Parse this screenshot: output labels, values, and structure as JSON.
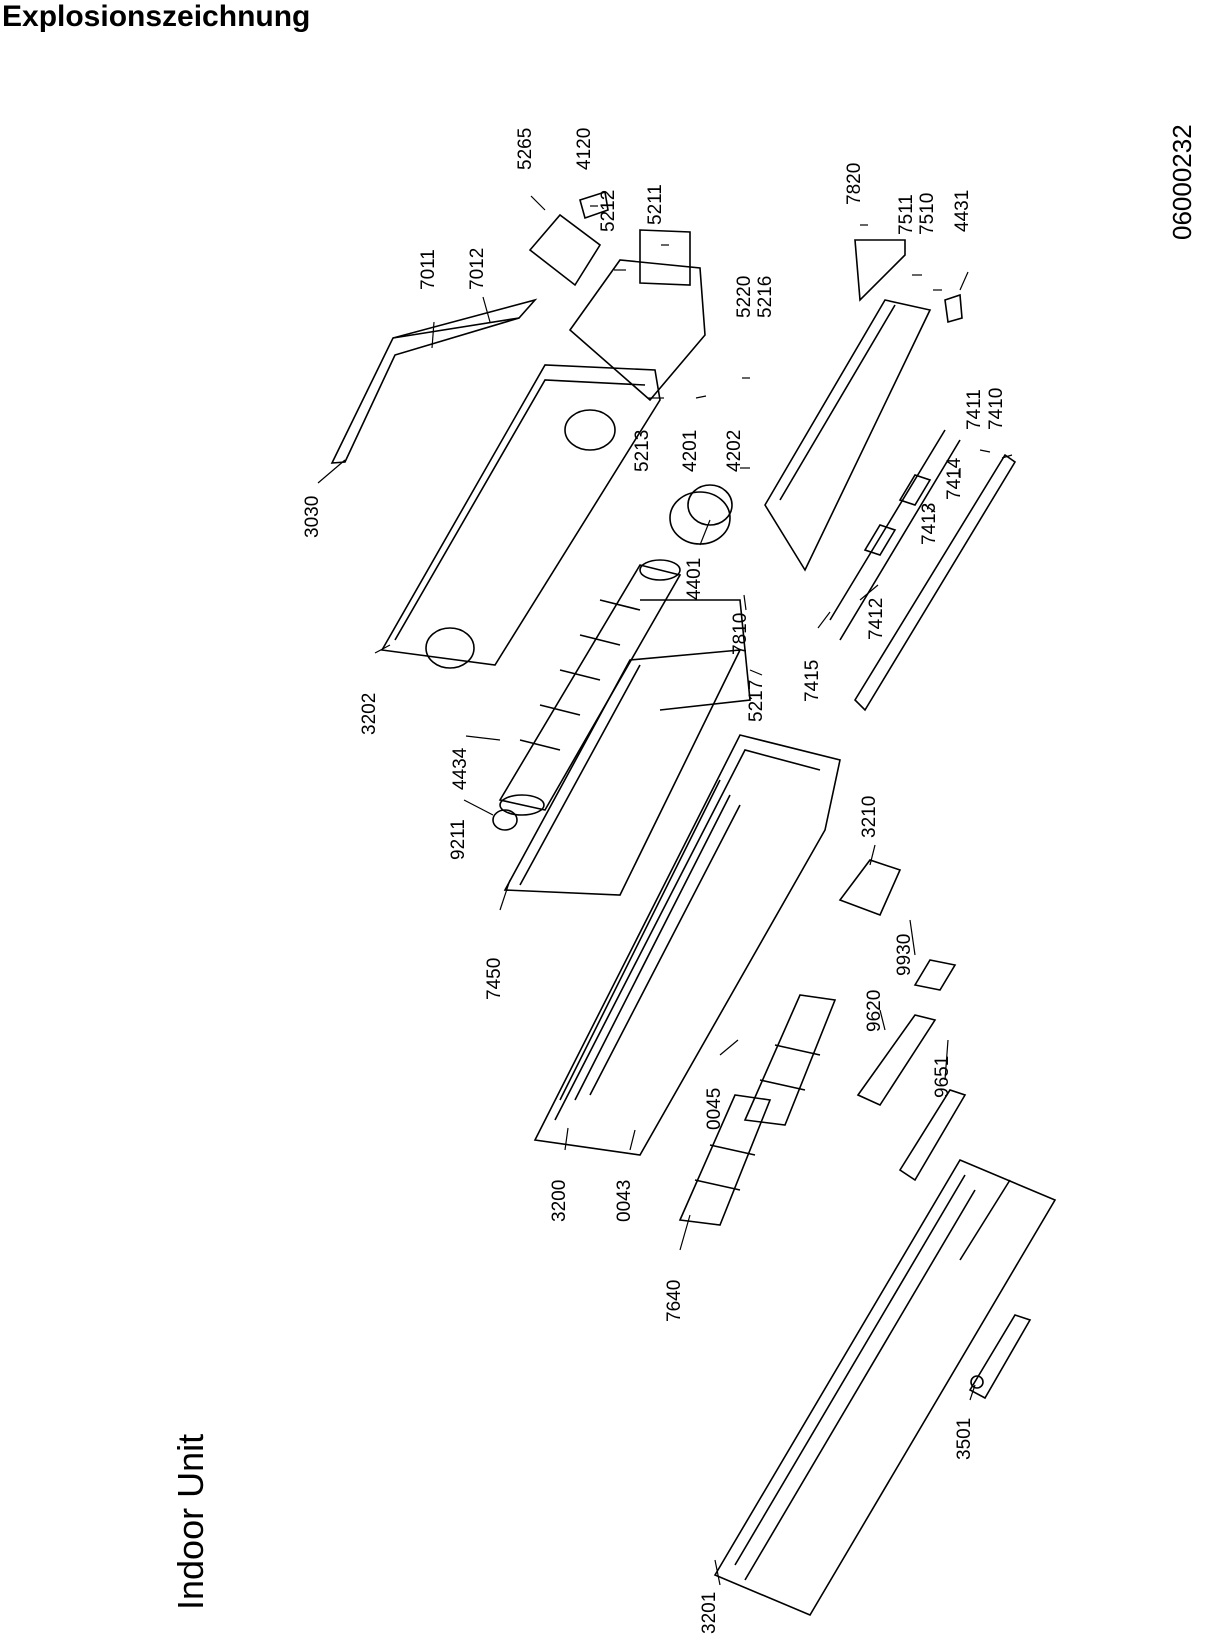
{
  "header": {
    "title": "Explosionszeichnung"
  },
  "document_number": "06000232",
  "section_title": "Indoor Unit",
  "part_labels": [
    "5265",
    "4120",
    "5212",
    "5211",
    "7820",
    "7511",
    "7510",
    "4431",
    "7011",
    "7012",
    "5220",
    "5216",
    "5213",
    "4201",
    "4202",
    "7411",
    "7410",
    "7414",
    "7413",
    "7412",
    "7415",
    "3030",
    "4401",
    "7810",
    "5217",
    "3202",
    "4434",
    "9211",
    "3210",
    "9930",
    "7450",
    "9620",
    "9651",
    "0045",
    "3200",
    "0043",
    "7640",
    "3501",
    "3201"
  ]
}
